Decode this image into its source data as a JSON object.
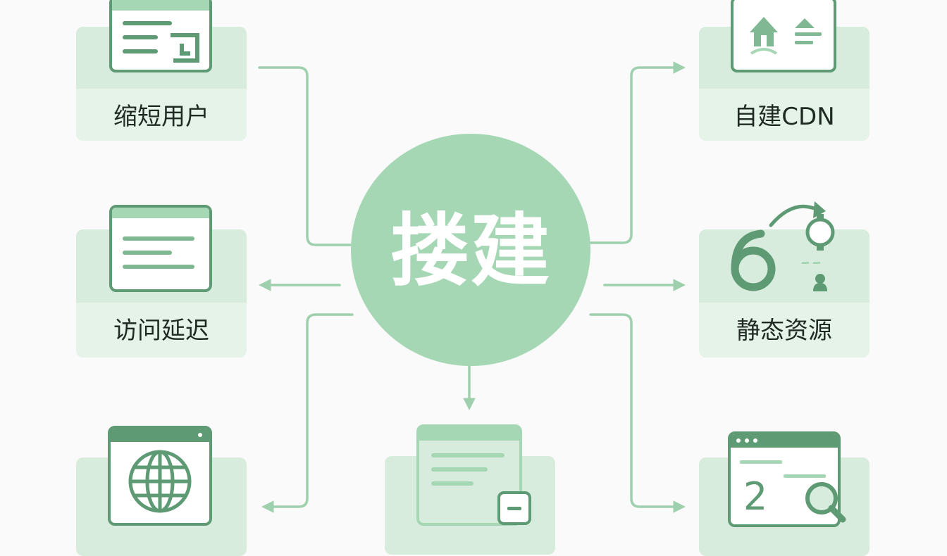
{
  "center": {
    "label": "搂建"
  },
  "nodes": {
    "shorten_users": {
      "label": "缩短用户",
      "icon": "document-form-icon"
    },
    "access_latency": {
      "label": "访问延迟",
      "icon": "text-window-icon"
    },
    "global_web": {
      "icon": "globe-window-icon"
    },
    "edit_window": {
      "icon": "minimize-window-icon"
    },
    "self_built_cdn": {
      "label": "自建CDN",
      "icon": "home-server-icon"
    },
    "static_resources": {
      "label": "静态资源",
      "icon": "refresh-lock-icon"
    },
    "search_window": {
      "icon": "search-window-icon",
      "number": "2"
    }
  },
  "colors": {
    "accent": "#a6d7b5",
    "accent_dark": "#5e9a74",
    "arrow": "#9fd0ad",
    "card_top": "#d7ecdc",
    "card_bottom": "#e6f3e9",
    "text": "#1f2a23"
  }
}
